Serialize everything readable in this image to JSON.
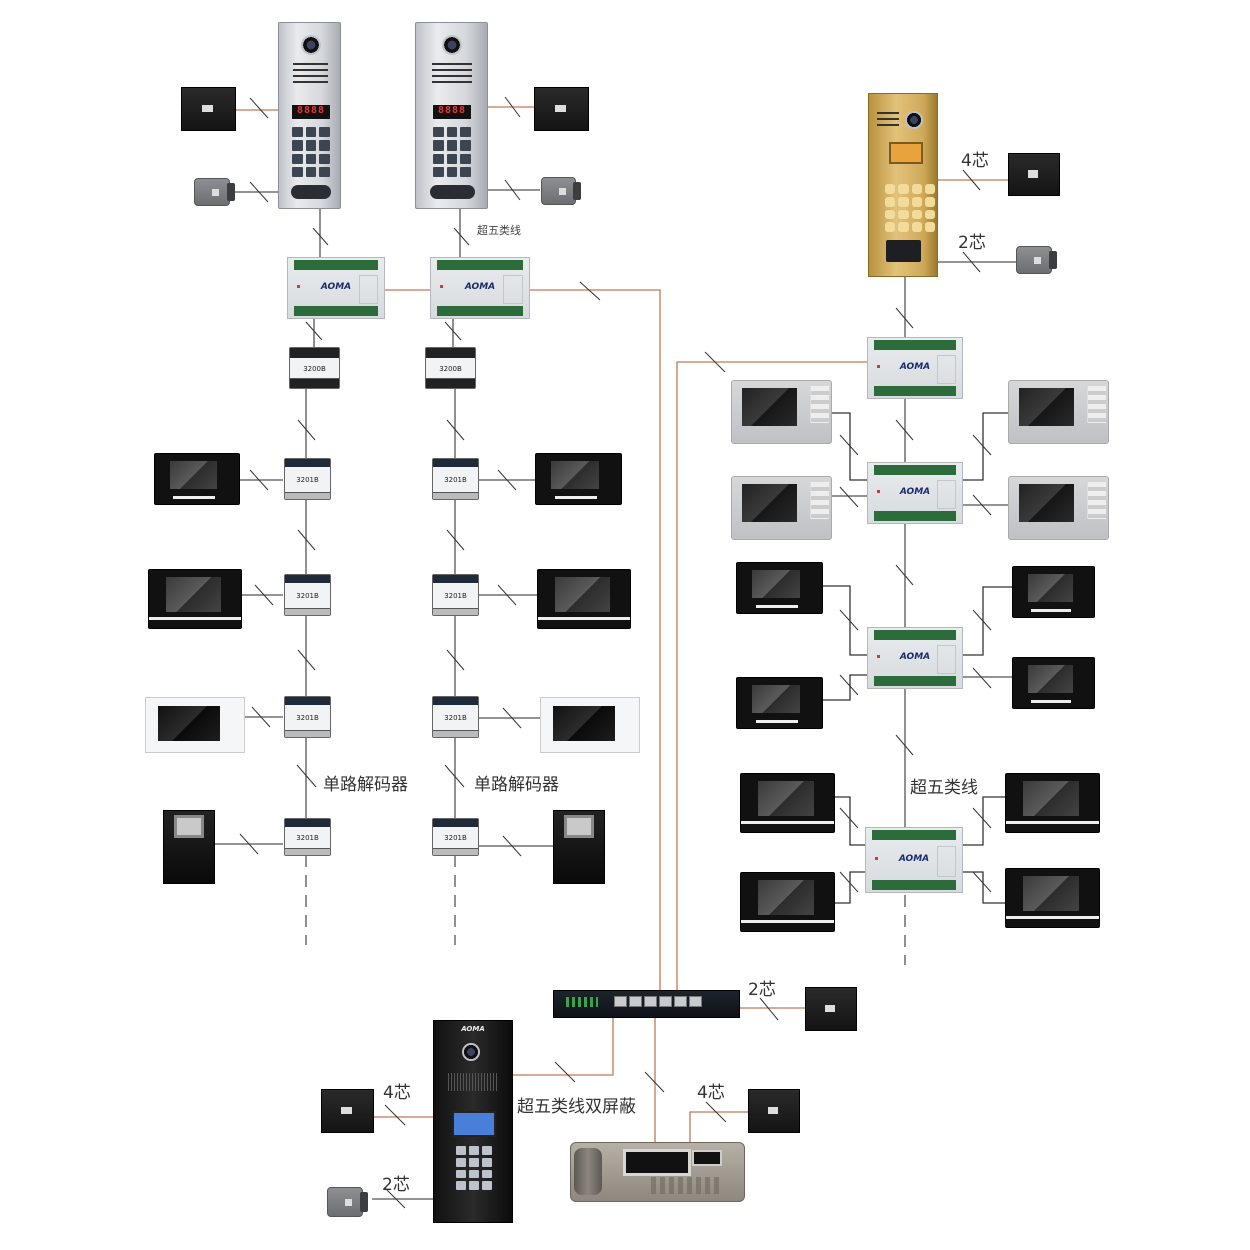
{
  "title": "AOMA building video intercom system wiring diagram",
  "brand": "AOMA",
  "colors": {
    "wire_orange": "#c07a55",
    "wire_gray": "#555555",
    "distributor_strip": "#2c6b3a",
    "gold_panel": "#d9b86a"
  },
  "labels": {
    "cat5e": "超五类线",
    "cat5e_small": "超五类线",
    "decoder_left": "单路解码器",
    "decoder_right": "单路解码器",
    "cat5e_shielded": "超五类线双屏蔽",
    "core4_gold_panel": "4芯",
    "core2_gold_panel": "2芯",
    "core2_switch": "2芯",
    "core4_mgmt_panel": "4芯",
    "core2_mgmt_panel": "2芯",
    "core4_console": "4芯"
  },
  "devices": {
    "outdoor_panel_1": {
      "digits": "8888",
      "type": "digital outdoor station (silver)"
    },
    "outdoor_panel_2": {
      "digits": "8888",
      "type": "digital outdoor station (silver)"
    },
    "outdoor_panel_gold": {
      "type": "IP outdoor station (gold)"
    },
    "management_panel": {
      "type": "IP management outdoor station (black)",
      "brand": "AOMA"
    },
    "decoder_code": "3201B",
    "video_distributor_code": "3200B",
    "distributor_brand": "AOMA",
    "network_switch": {
      "ports": 6
    },
    "management_console": {
      "type": "management center console"
    }
  },
  "topology": {
    "left_risers": 2,
    "left_decoders_per_riser": 4,
    "right_distributor_levels": 4,
    "right_monitors_per_level": 4
  }
}
